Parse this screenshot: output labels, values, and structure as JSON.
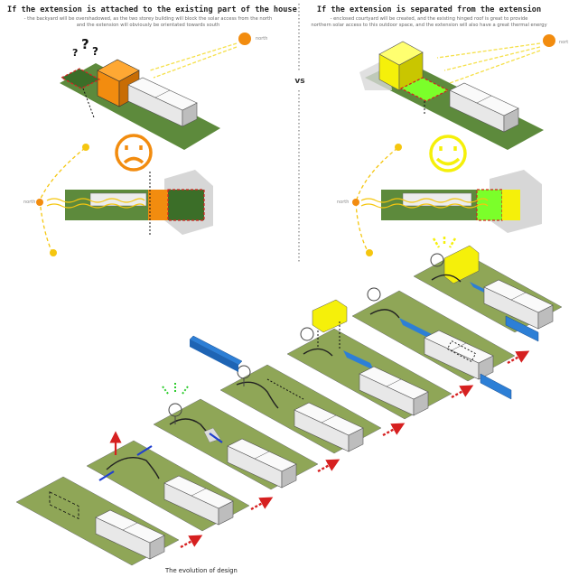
{
  "left_panel": {
    "title": "If the extension is attached to the existing part of the house",
    "subtitle_line1": "- the backyard will be overshadowed, as the two storey building will block the solar access from the north",
    "subtitle_line2": "and the extension will obviously be orientated towards south",
    "north_label_top": "north",
    "north_label_plan": "north",
    "question_marks": [
      "?",
      "?",
      "?"
    ]
  },
  "right_panel": {
    "title": "If the extension is separated from the extension",
    "subtitle_line1": "- enclosed courtyard will be created, and the existing  hinged roof is great to provide",
    "subtitle_line2": "northern solar access to this outdoor space, and the extension will also have a great thermal energy",
    "north_label_top": "nort",
    "north_label_plan": "north"
  },
  "vs_label": "vs",
  "caption": "The evolution of design",
  "colors": {
    "grass": "#5d8a3c",
    "grass_light": "#8fa657",
    "orange": "#f28c0f",
    "yellow": "#f5f00a",
    "green_highlight": "#7bff2a",
    "blue": "#2d7fd6",
    "red_dash": "#d62020",
    "sun_orange": "#f28c0f",
    "sun_yellow": "#f5c60f"
  },
  "icons": {
    "sad": "sad-face-icon",
    "happy": "happy-face-icon",
    "sun": "sun-icon",
    "arrow": "red-dashed-arrow-icon",
    "tree": "tree-icon"
  }
}
